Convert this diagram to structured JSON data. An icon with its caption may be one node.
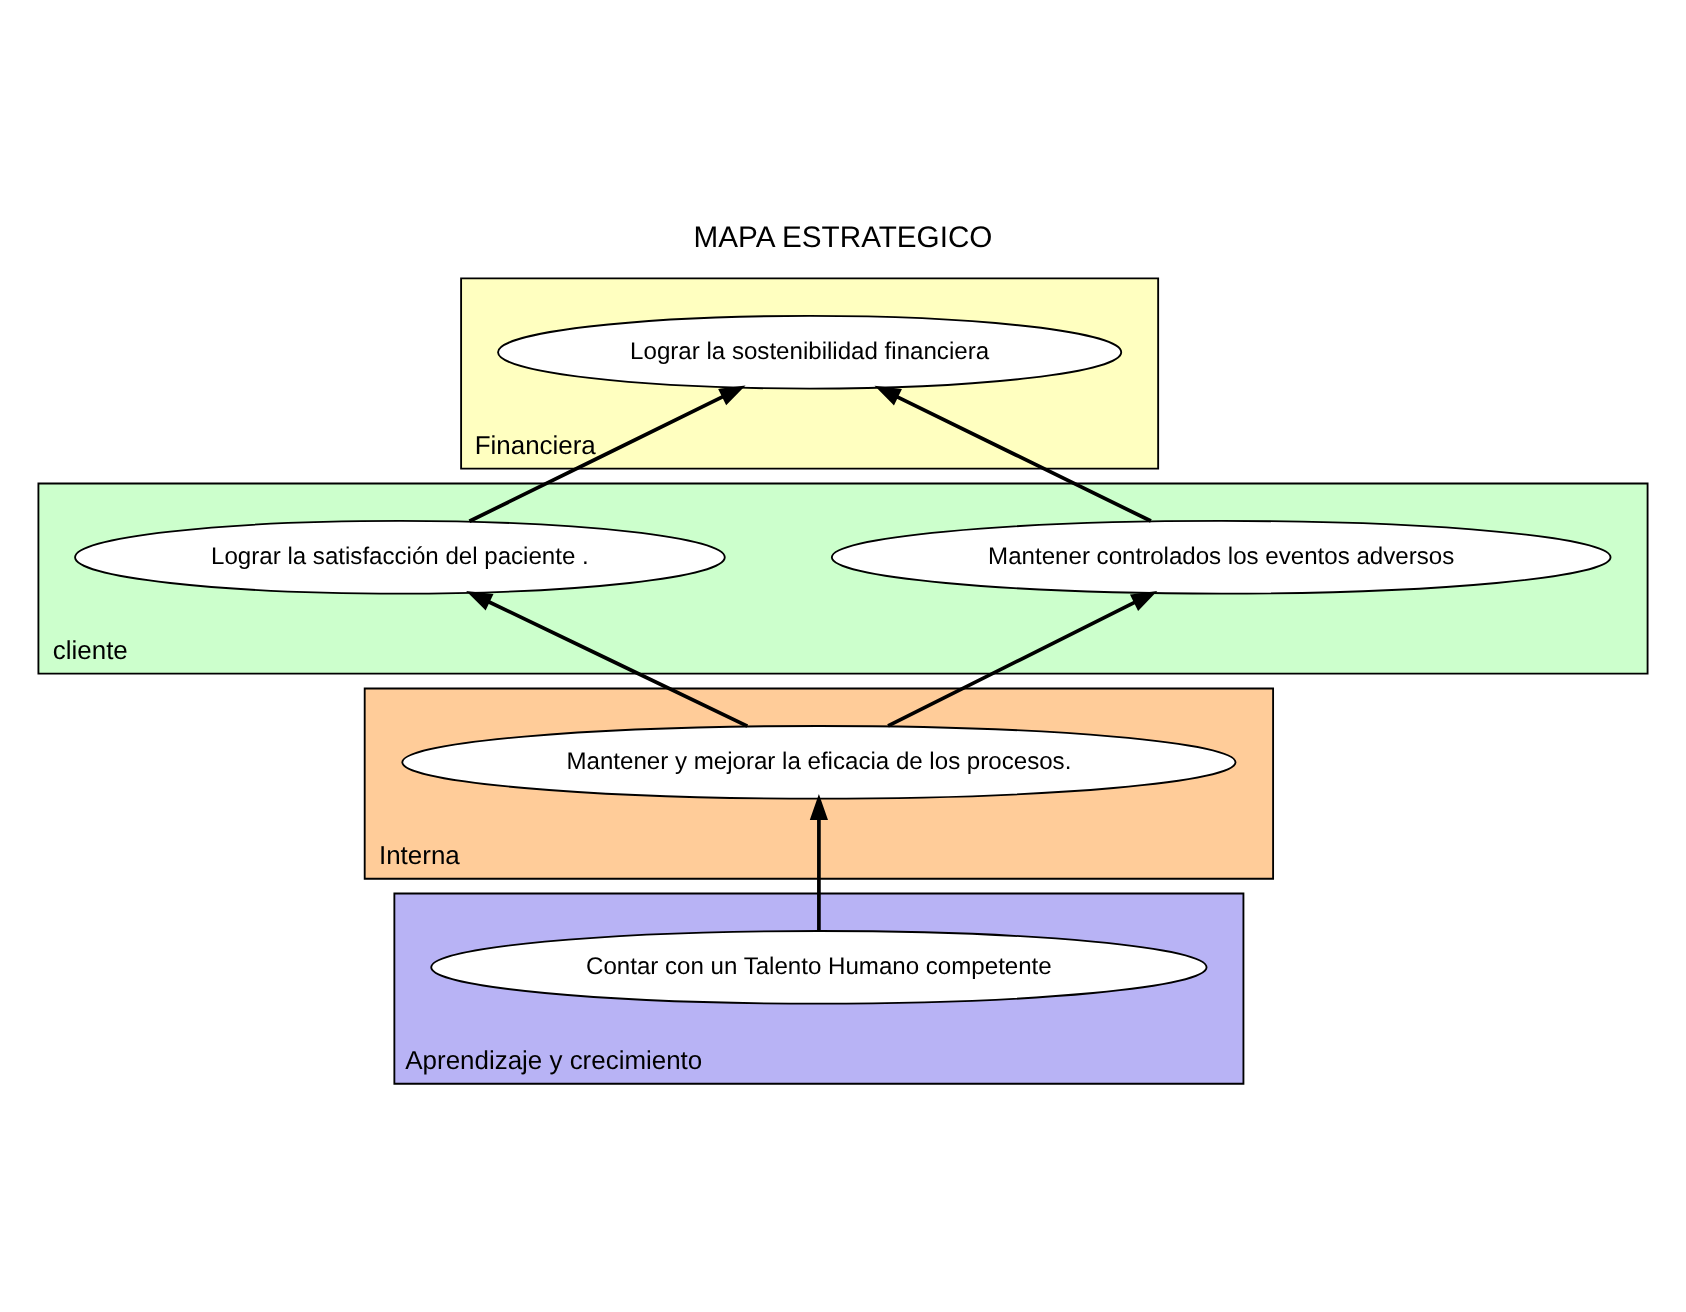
{
  "diagram": {
    "title": "MAPA ESTRATEGICO",
    "nodes": [
      {
        "text": [
          "Financiera"
        ]
      },
      {
        "text": [
          "Lograr la sostenibilidad financiera"
        ],
        "in": 0
      },
      {
        "text": [
          "cliente"
        ]
      },
      {
        "text": [
          "Mantener controlados los eventos adversos"
        ],
        "in": 2
      },
      {
        "text": [
          "Lograr la satisfacción del paciente ."
        ],
        "in": 2
      },
      {
        "text": [
          "Interna"
        ]
      },
      {
        "text": [
          "Mantener y mejorar la eficacia de los procesos."
        ],
        "in": 5
      },
      {
        "text": [
          "Aprendizaje y crecimiento"
        ]
      },
      {
        "text": [
          "Contar con un Talento Humano competente"
        ],
        "in": 7
      }
    ],
    "edges": [
      {
        "from": 3,
        "to": 1,
        "arrow": "to"
      },
      {
        "from": 4,
        "to": 1,
        "arrow": "to"
      },
      {
        "from": 6,
        "to": 3,
        "arrow": "to"
      },
      {
        "from": 6,
        "to": 4,
        "arrow": "to"
      },
      {
        "from": 8,
        "to": 6,
        "arrow": "to"
      }
    ]
  }
}
